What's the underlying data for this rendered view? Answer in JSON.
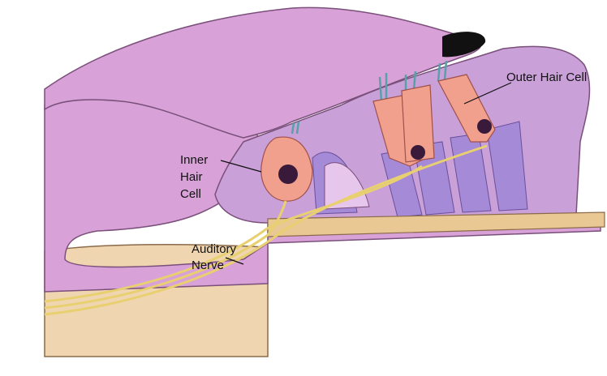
{
  "title": "Organ of Corti cross-section",
  "labels": {
    "outer_hair_cell": "Outer Hair Cell",
    "inner_hair_cell": [
      "Inner",
      "Hair",
      "Cell"
    ],
    "auditory_nerve": [
      "Auditory",
      "Nerve"
    ]
  },
  "colors": {
    "tectorial": "#d8a2d8",
    "outline": "#7a4f7a",
    "hair_cell": "#f2a08e",
    "support": "#a58ad8",
    "basilar": "#e9c894",
    "nerve": "#f3e48a",
    "stereocilia": "#5aa0a8"
  }
}
